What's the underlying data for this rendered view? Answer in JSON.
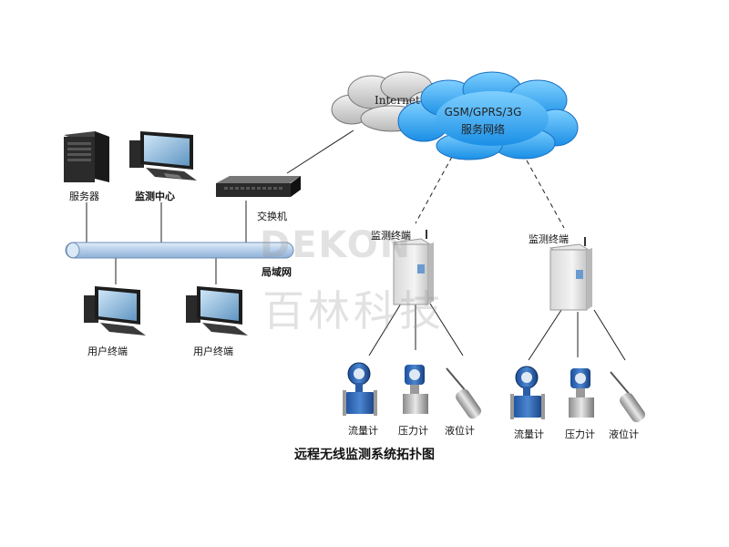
{
  "caption": "远程无线监测系统拓扑图",
  "watermark": {
    "logo": "DEKON",
    "cn": "百林科技"
  },
  "clouds": {
    "internet": "Internet",
    "gsm_line1": "GSM/GPRS/3G",
    "gsm_line2": "服务网络"
  },
  "nodes": {
    "server": "服务器",
    "monitor_center": "监测中心",
    "switch": "交换机",
    "lan": "局域网",
    "user_terminal_1": "用户终端",
    "user_terminal_2": "用户终端",
    "monitor_terminal_1": "监测终端",
    "monitor_terminal_2": "监测终端"
  },
  "instruments_left": [
    "流量计",
    "压力计",
    "液位计"
  ],
  "instruments_right": [
    "流量计",
    "压力计",
    "液位计"
  ],
  "colors": {
    "cloud_internet": "#d3d3d3",
    "cloud_gsm": "#1e90ff",
    "lan_bus": "#b9d3ee",
    "line": "#222222"
  }
}
